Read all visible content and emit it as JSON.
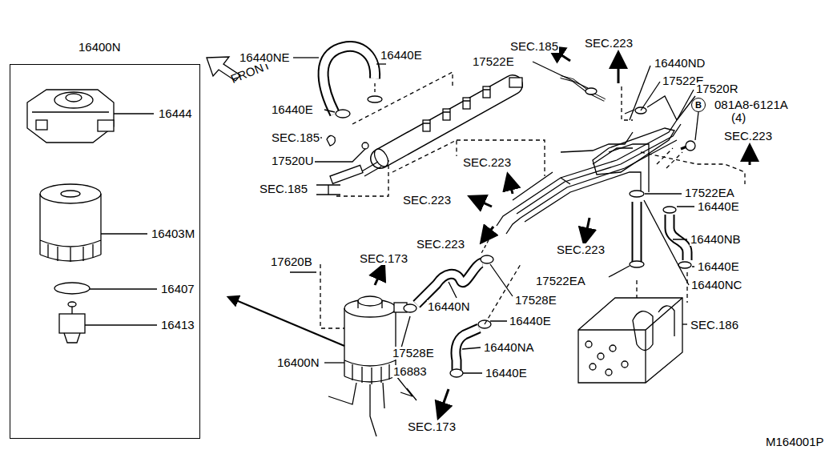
{
  "diagram": {
    "nodes": [
      {
        "text": [
          "16400N"
        ]
      },
      {
        "text": [
          "B"
        ]
      }
    ],
    "labels": [
      "16444",
      "16403M",
      "16407",
      "16413",
      "FRONT",
      "16440NE",
      "16440E",
      "16440E",
      "SEC.185",
      "17520U",
      "SEC.185",
      "SEC.223",
      "SEC.185",
      "17522E",
      "SEC.223",
      "16440ND",
      "17522E",
      "17520R",
      "081A8-6121A",
      "(4)",
      "SEC.223",
      "SEC.223",
      "17522EA",
      "16440E",
      "16440NB",
      "SEC.223",
      "SEC.223",
      "16440E",
      "17620B",
      "SEC.173",
      "17522EA",
      "16440NC",
      "16440N",
      "17528E",
      "16440E",
      "SEC.186",
      "16440NA",
      "17528E",
      "16400N",
      "16883",
      "16440E",
      "SEC.173",
      "M164001P"
    ]
  }
}
